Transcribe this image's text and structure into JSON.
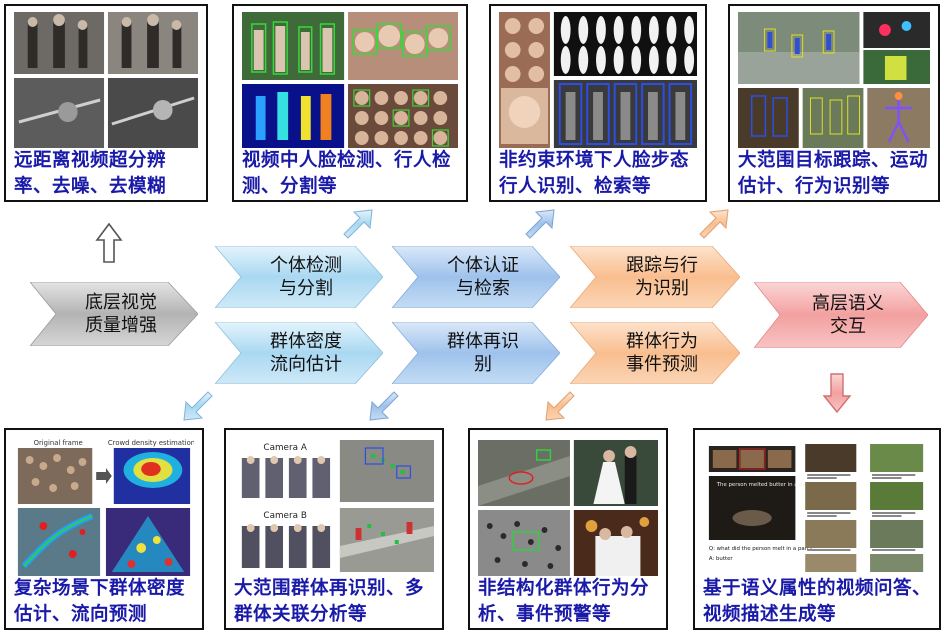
{
  "cards": {
    "top1": "远距离视频超分辨率、去噪、去模糊",
    "top2": "视频中人脸检测、行人检测、分割等",
    "top3": "非约束环境下人脸步态行人识别、检索等",
    "top4": "大范围目标跟踪、运动估计、行为识别等",
    "bot1": "复杂场景下群体密度估计、流向预测",
    "bot2": "大范围群体再识别、多群体关联分析等",
    "bot3": "非结构化群体行为分析、事件预警等",
    "bot4": "基于语义属性的视频问答、视频描述生成等"
  },
  "stages": {
    "base": "底层视觉\n质量增强",
    "det_seg": "个体检测\n与分割",
    "auth": "个体认证\n与检索",
    "track": "跟踪与行\n为识别",
    "density": "群体密度\n流向估计",
    "reid": "群体再识\n别",
    "event": "群体行为\n事件预测",
    "semantic": "高层语义\n交互"
  },
  "image_text": {
    "orig_frame": "Original frame",
    "density_est": "Crowd density estimation",
    "camera_a": "Camera A",
    "camera_b": "Camera B",
    "vqa_q": "Q: what did the person melt in a pan ?",
    "vqa_a": "A: butter",
    "vqa_caption": "The person melted butter in a pan."
  },
  "colors": {
    "caption": "#1a1aa8",
    "blue_stage": "#a9d8f2",
    "gray_stage": "#b3b3b3",
    "orange_stage": "#f9be8f",
    "red_stage": "#f3a0a0"
  }
}
